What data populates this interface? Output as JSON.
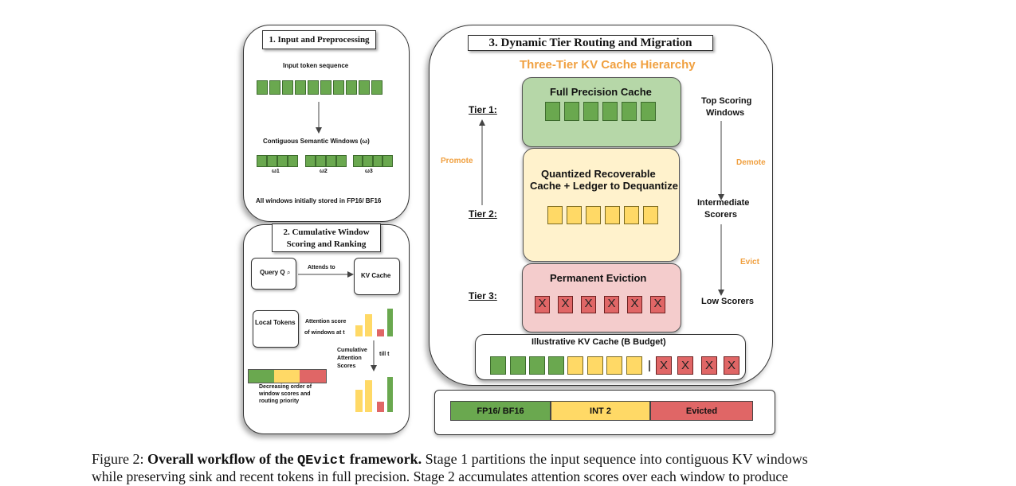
{
  "stage1": {
    "title": "1. Input and Preprocessing",
    "input_label": "Input token sequence",
    "windows_label": "Contiguous Semantic Windows (ω)",
    "window_names": [
      "ω1",
      "ω2",
      "ω3"
    ],
    "storage_note": "All windows initially stored in FP16/ BF16"
  },
  "stage2": {
    "title_line1": "2. Cumulative Window",
    "title_line2": "Scoring and Ranking",
    "query_label": "Query Q",
    "attends_label": "Attends to",
    "kv_cache_label": "KV Cache",
    "local_tokens_label": "Local Tokens",
    "attention_label_line1": "Attention score",
    "attention_label_line2": "of windows at t",
    "cumulative_line1": "Cumulative",
    "cumulative_line2": "Attention",
    "cumulative_line3": "Scores",
    "till_label": "till t",
    "order_line1": "Decreasing order of",
    "order_line2": "window scores and",
    "order_line3": "routing priority"
  },
  "stage3": {
    "title": "3. Dynamic Tier Routing and Migration",
    "subtitle": "Three-Tier KV Cache Hierarchy",
    "tier1_label": "Tier 1:",
    "tier2_label": "Tier 2:",
    "tier3_label": "Tier 3:",
    "promote_label": "Promote",
    "demote_label": "Demote",
    "evict_label": "Evict",
    "full_precision_title": "Full Precision Cache",
    "quantized_line1": "Quantized Recoverable",
    "quantized_line2": "Cache + Ledger to Dequantize",
    "eviction_title": "Permanent Eviction",
    "top_scoring_line1": "Top Scoring",
    "top_scoring_line2": "Windows",
    "intermediate_line1": "Intermediate",
    "intermediate_line2": "Scorers",
    "low_scorers": "Low Scorers",
    "illustrative_title": "Illustrative KV Cache (B Budget)",
    "evicted_mark": "X"
  },
  "legend": {
    "fp16": "FP16/ BF16",
    "int2": "INT 2",
    "evicted": "Evicted"
  },
  "colors": {
    "green": "#6aa84f",
    "yellow": "#ffd966",
    "red": "#e06666",
    "tier1_bg": "#b6d7a8",
    "tier2_bg": "#fff2cc",
    "tier3_bg": "#f4cccc",
    "accent_orange": "#f0a040"
  },
  "caption": {
    "prefix": "Figure 2: ",
    "bold_part1": "Overall workflow of the ",
    "code_part": "QEvict",
    "bold_part2": " framework.",
    "line1_rest": " Stage 1 partitions the input sequence into contiguous KV windows",
    "line2": "while preserving sink and recent tokens in full precision. Stage 2 accumulates attention scores over each window to produce"
  }
}
